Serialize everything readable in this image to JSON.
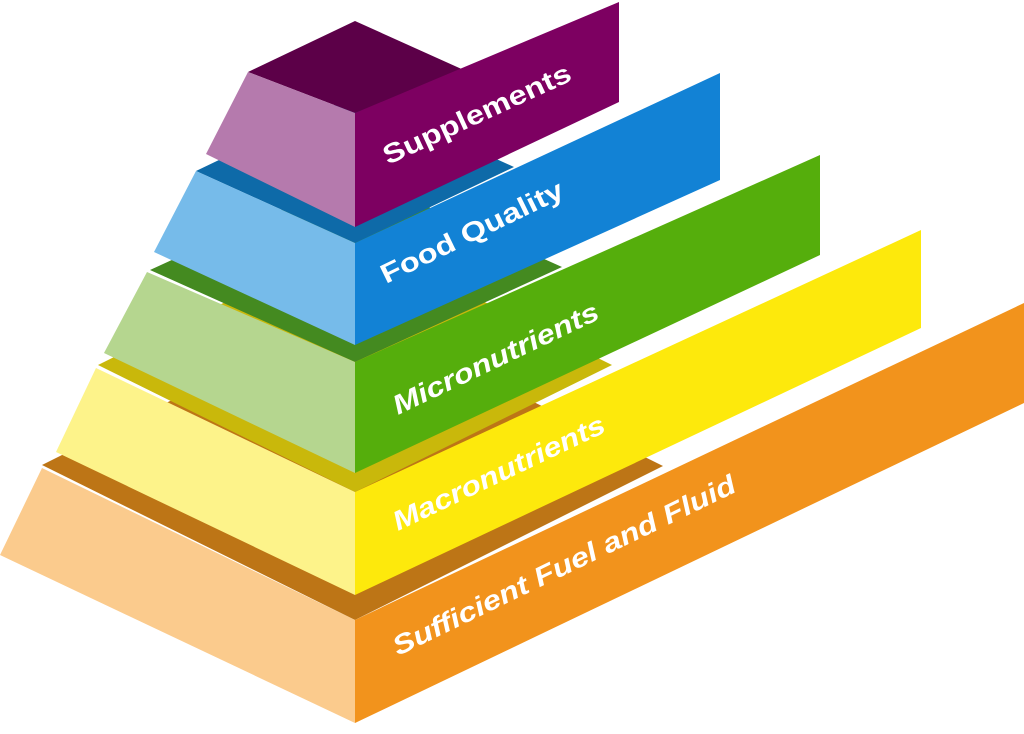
{
  "diagram": {
    "type": "pyramid",
    "tiers": [
      {
        "label": "Supplements",
        "colors": {
          "side": "#b57aad",
          "top": "#5c0048",
          "front": "#7d0061"
        }
      },
      {
        "label": "Food Quality",
        "colors": {
          "side": "#76bbea",
          "top": "#0e6aa8",
          "front": "#1282d5"
        }
      },
      {
        "label": "Micronutrients",
        "colors": {
          "side": "#b5d68f",
          "top": "#448a20",
          "front": "#55ae0c"
        }
      },
      {
        "label": "Macronutrients",
        "colors": {
          "side": "#fdf38a",
          "top": "#c9b80b",
          "front": "#fde90c"
        }
      },
      {
        "label": "Sufficient Fuel and Fluid",
        "colors": {
          "side": "#fbcb8d",
          "top": "#bd7516",
          "front": "#f2931c"
        }
      }
    ]
  }
}
